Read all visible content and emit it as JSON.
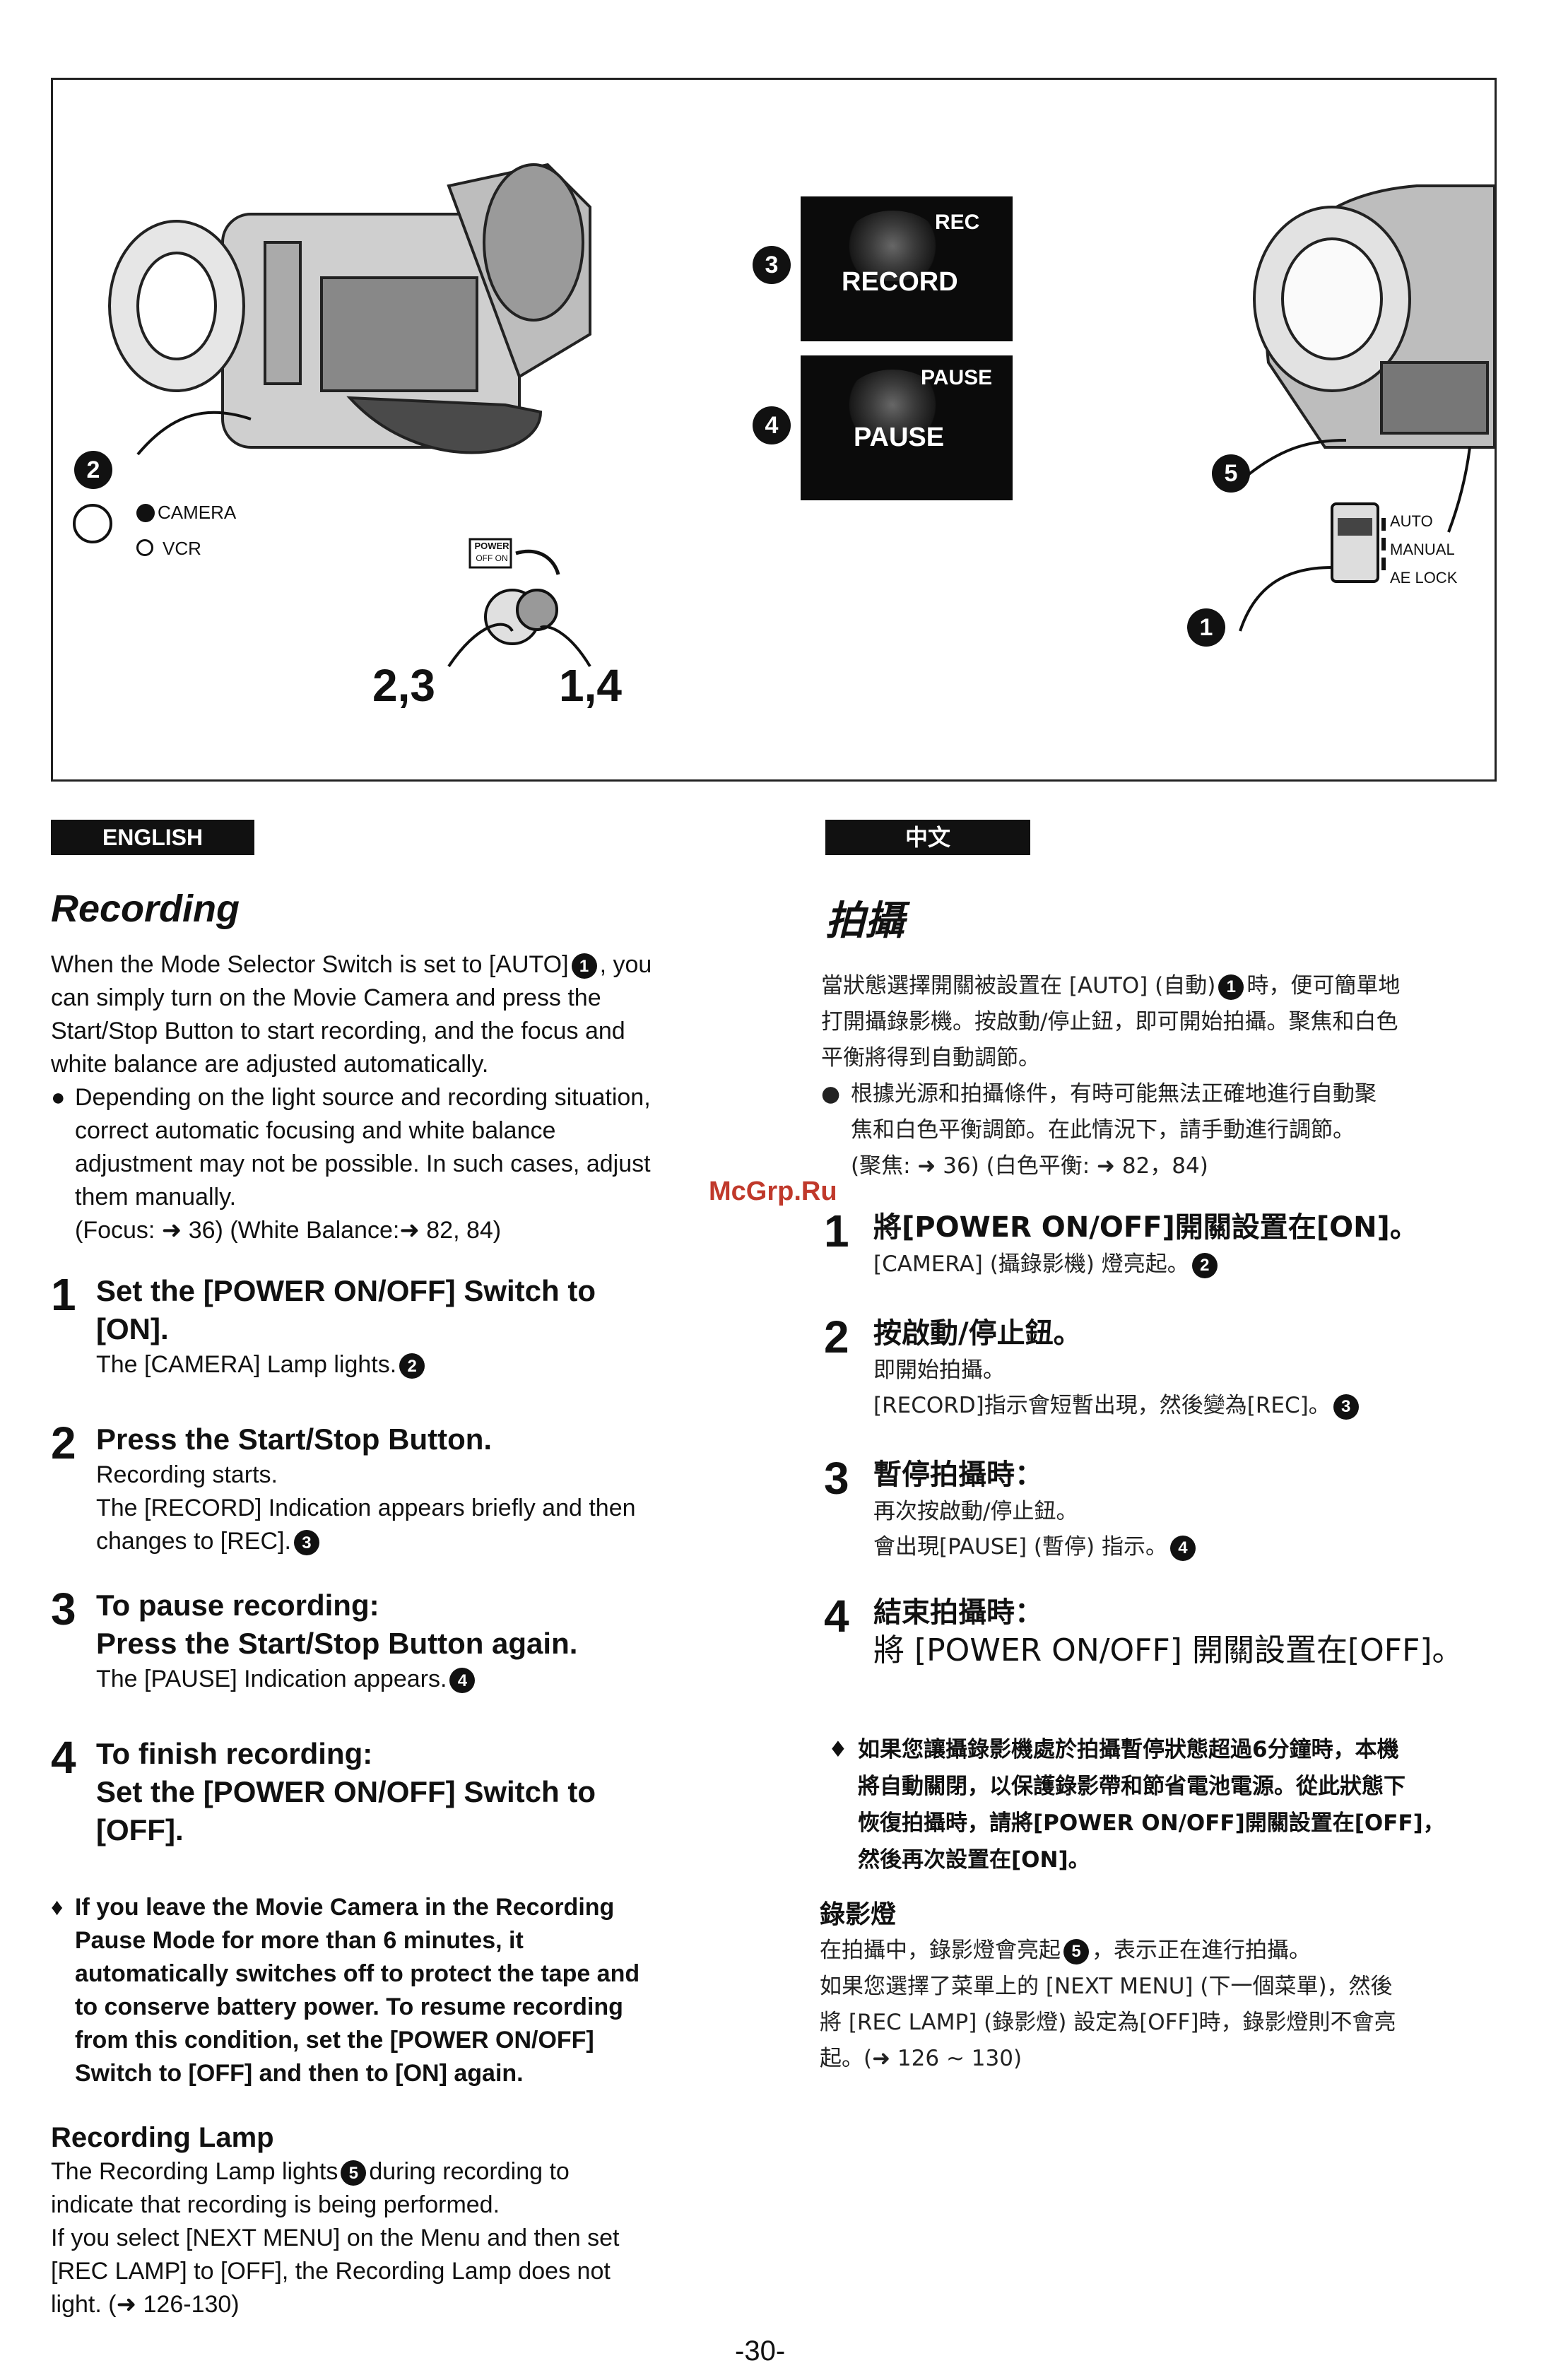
{
  "figure": {
    "camera_lamp": "CAMERA",
    "vcr_lamp": "VCR",
    "switch_label_top": "POWER",
    "switch_label_bottom": "OFF  ON",
    "steps_left": "2,3",
    "steps_right": "1,4",
    "lcd_record_top": "REC",
    "lcd_record_main": "RECORD",
    "lcd_pause_top": "PAUSE",
    "lcd_pause_main": "PAUSE",
    "mode_auto": "AUTO",
    "mode_manual": "MANUAL",
    "mode_ae": "AE LOCK",
    "markers": {
      "m1": "1",
      "m2": "2",
      "m3": "3",
      "m4": "4",
      "m5": "5"
    }
  },
  "english": {
    "lang_label": "ENGLISH",
    "title": "Recording",
    "intro_1": "When the Mode Selector Switch is set to [AUTO]",
    "intro_2": ", you",
    "intro_3": "can simply turn on the Movie Camera and press the",
    "intro_4": "Start/Stop Button to start recording, and the focus and",
    "intro_5": "white balance are adjusted automatically.",
    "bullet_1": "Depending on the light source and recording situation,",
    "bullet_2": "correct automatic focusing and white balance",
    "bullet_3": "adjustment may not be possible. In such cases, adjust",
    "bullet_4": "them manually.",
    "bullet_5": "(Focus: ➜ 36) (White Balance:➜ 82, 84)",
    "step1_num": "1",
    "step1_head_1": "Set the [POWER ON/OFF] Switch to",
    "step1_head_2": "[ON].",
    "step1_body": "The [CAMERA] Lamp lights.",
    "step2_num": "2",
    "step2_head": "Press the Start/Stop Button.",
    "step2_body_1": "Recording starts.",
    "step2_body_2": "The [RECORD] Indication appears briefly and then",
    "step2_body_3": "changes to [REC].",
    "step3_num": "3",
    "step3_head_1": "To pause recording:",
    "step3_head_2": "Press the Start/Stop Button again.",
    "step3_body": "The [PAUSE] Indication appears.",
    "step4_num": "4",
    "step4_head_1": "To finish recording:",
    "step4_head_2": "Set the [POWER ON/OFF] Switch to",
    "step4_head_3": "[OFF].",
    "warn_1": "If you leave the Movie Camera in the Recording",
    "warn_2": "Pause Mode for more than 6 minutes, it",
    "warn_3": "automatically switches off to protect the tape and",
    "warn_4": "to conserve battery power. To resume recording",
    "warn_5": "from this condition, set the [POWER ON/OFF]",
    "warn_6": "Switch to [OFF] and then to [ON] again.",
    "lamp_head": "Recording Lamp",
    "lamp_1a": "The Recording Lamp lights",
    "lamp_1b": "during recording to",
    "lamp_2": "indicate that recording is being performed.",
    "lamp_3": "If you select [NEXT MENU] on the Menu and then set",
    "lamp_4": "[REC LAMP] to [OFF], the Recording Lamp does not",
    "lamp_5": "light. (➜ 126-130)"
  },
  "chinese": {
    "lang_label": "中文",
    "title": "拍攝",
    "intro_1a": "當狀態選擇開關被設置在 [AUTO] (自動)",
    "intro_1b": "時，便可簡單地",
    "intro_2": "打開攝錄影機。按啟動/停止鈕，即可開始拍攝。聚焦和白色",
    "intro_3": "平衡將得到自動調節。",
    "bullet_1": "根據光源和拍攝條件，有時可能無法正確地進行自動聚",
    "bullet_2": "焦和白色平衡調節。在此情況下，請手動進行調節。",
    "bullet_3": "(聚焦: ➜ 36) (白色平衡: ➜ 82，84)",
    "step1_num": "1",
    "step1_head": "將[POWER ON/OFF]開關設置在[ON]。",
    "step1_body": "[CAMERA] (攝錄影機) 燈亮起。",
    "step2_num": "2",
    "step2_head": "按啟動/停止鈕。",
    "step2_body_1": "即開始拍攝。",
    "step2_body_2": "[RECORD]指示會短暫出現，然後變為[REC]。",
    "step3_num": "3",
    "step3_head": "暫停拍攝時：",
    "step3_body_1": "再次按啟動/停止鈕。",
    "step3_body_2": "會出現[PAUSE] (暫停) 指示。",
    "step4_num": "4",
    "step4_head_1": "結束拍攝時：",
    "step4_head_2": "將 [POWER ON/OFF] 開關設置在[OFF]。",
    "warn_1": "如果您讓攝錄影機處於拍攝暫停狀態超過6分鐘時，本機",
    "warn_2": "將自動關閉，以保護錄影帶和節省電池電源。從此狀態下",
    "warn_3": "恢復拍攝時，請將[POWER ON/OFF]開關設置在[OFF]，",
    "warn_4": "然後再次設置在[ON]。",
    "lamp_head": "錄影燈",
    "lamp_1a": "在拍攝中，錄影燈會亮起",
    "lamp_1b": "，表示正在進行拍攝。",
    "lamp_2": "如果您選擇了菜單上的 [NEXT MENU] (下一個菜單)，然後",
    "lamp_3": "將 [REC LAMP] (錄影燈) 設定為[OFF]時，錄影燈則不會亮",
    "lamp_4": "起。(➜ 126 ~ 130)"
  },
  "watermark": "McGrp.Ru",
  "page_number": "-30-"
}
